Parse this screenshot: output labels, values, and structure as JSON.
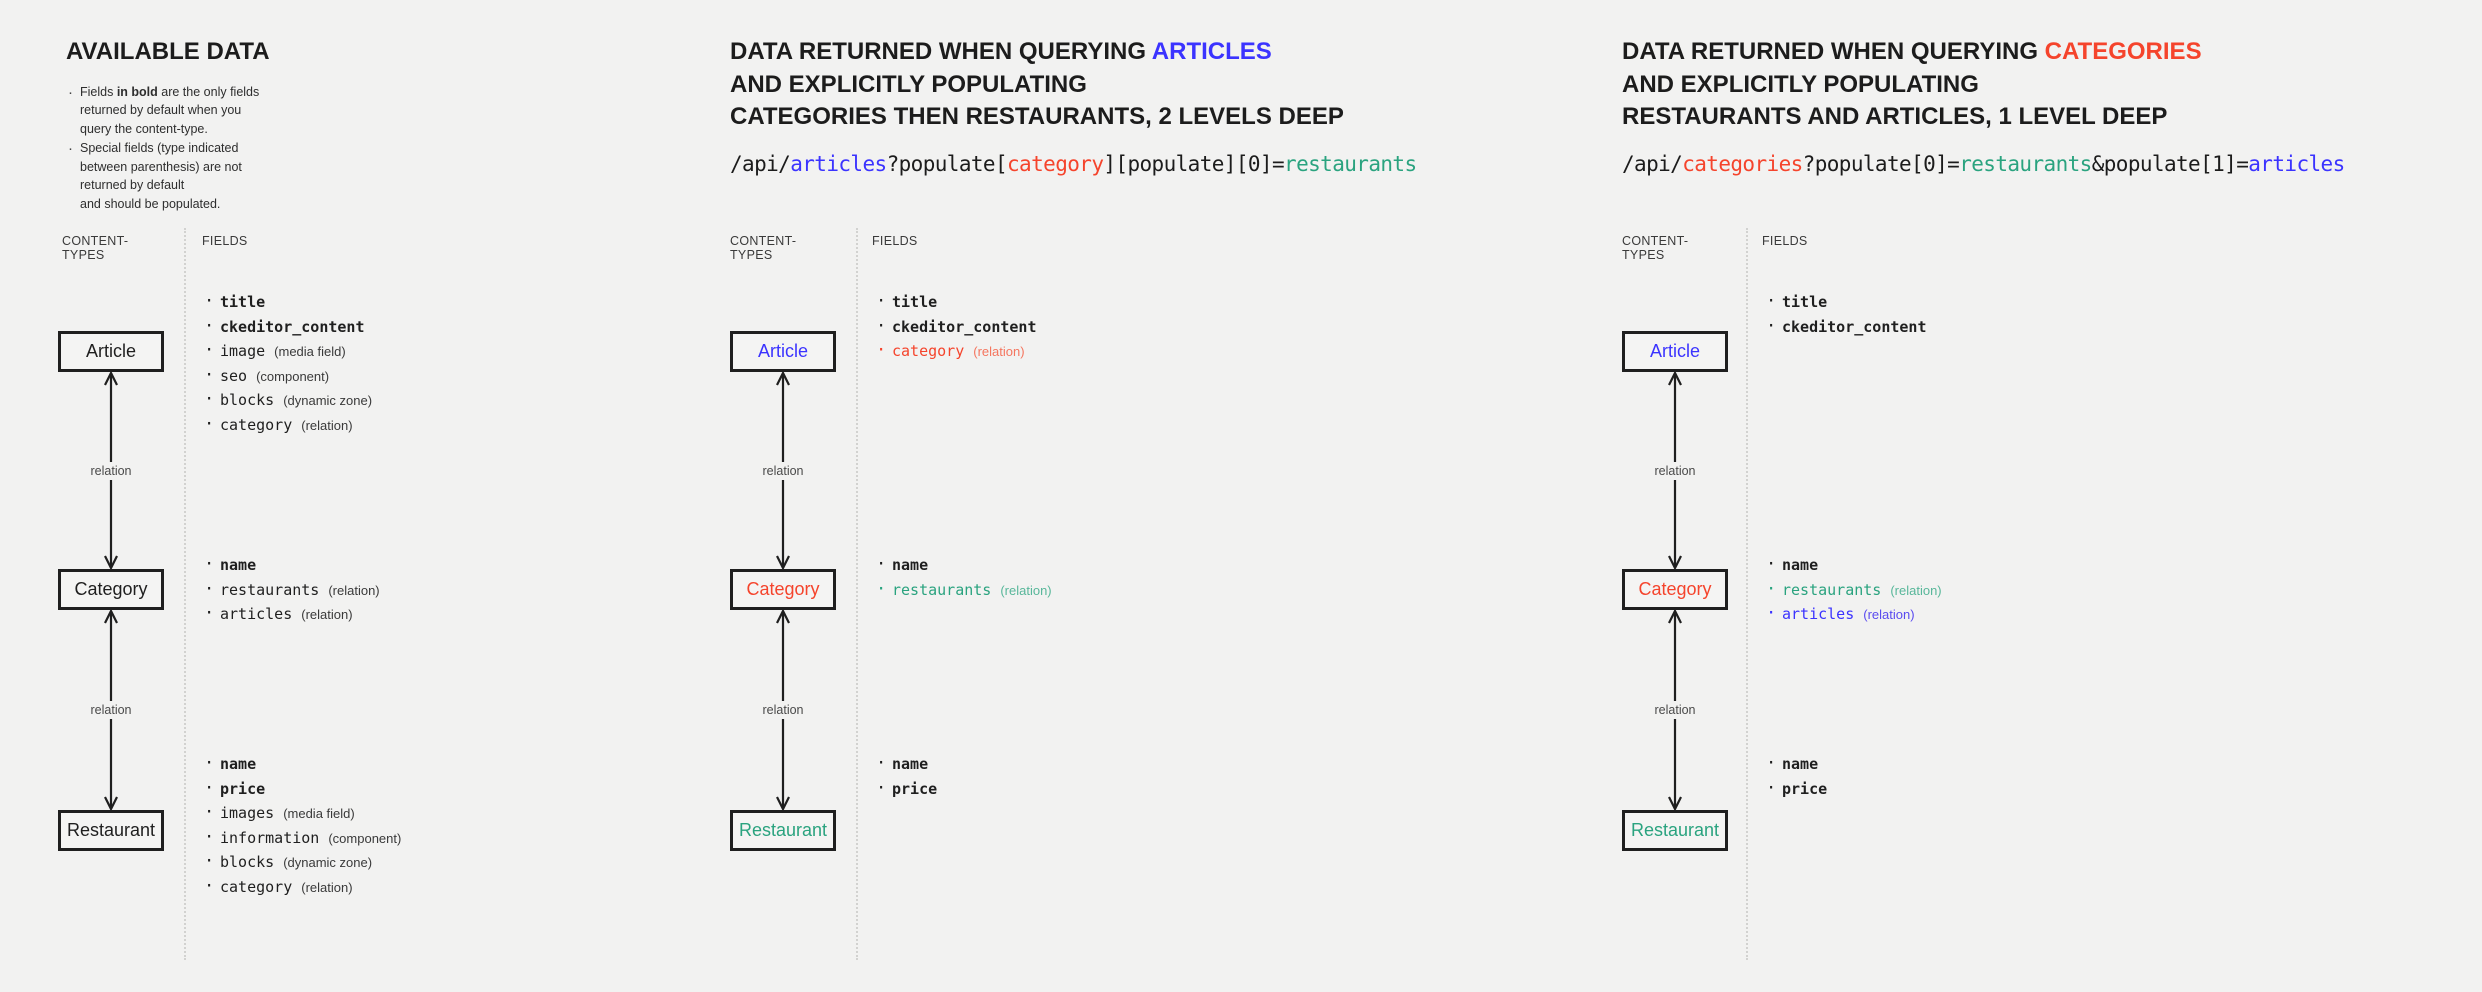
{
  "panels": [
    {
      "id": "available-data",
      "title_parts": [
        {
          "text": "AVAILABLE DATA",
          "color": "plain"
        }
      ],
      "notes": [
        "Fields in bold are the only fields returned by default when you query the content-type.",
        "Special fields (type indicated between parenthesis) are not returned by default",
        "and should be populated."
      ],
      "notes_bold": "in bold",
      "url": null,
      "col_label_types": "CONTENT-TYPES",
      "col_label_fields": "FIELDS",
      "nodes": [
        {
          "label": "Article",
          "color": "plain"
        },
        {
          "label": "Category",
          "color": "plain"
        },
        {
          "label": "Restaurant",
          "color": "plain"
        }
      ],
      "relations": [
        "relation",
        "relation"
      ],
      "field_groups": [
        [
          {
            "name": "title",
            "type": "",
            "bold": true,
            "color": "plain"
          },
          {
            "name": "ckeditor_content",
            "type": "",
            "bold": true,
            "color": "plain"
          },
          {
            "name": "image",
            "type": "(media field)",
            "bold": false,
            "color": "plain"
          },
          {
            "name": "seo",
            "type": "(component)",
            "bold": false,
            "color": "plain"
          },
          {
            "name": "blocks",
            "type": "(dynamic zone)",
            "bold": false,
            "color": "plain"
          },
          {
            "name": "category",
            "type": "(relation)",
            "bold": false,
            "color": "plain"
          }
        ],
        [
          {
            "name": "name",
            "type": "",
            "bold": true,
            "color": "plain"
          },
          {
            "name": "restaurants",
            "type": "(relation)",
            "bold": false,
            "color": "plain"
          },
          {
            "name": "articles",
            "type": "(relation)",
            "bold": false,
            "color": "plain"
          }
        ],
        [
          {
            "name": "name",
            "type": "",
            "bold": true,
            "color": "plain"
          },
          {
            "name": "price",
            "type": "",
            "bold": true,
            "color": "plain"
          },
          {
            "name": "images",
            "type": "(media field)",
            "bold": false,
            "color": "plain"
          },
          {
            "name": "information",
            "type": "(component)",
            "bold": false,
            "color": "plain"
          },
          {
            "name": "blocks",
            "type": "(dynamic zone)",
            "bold": false,
            "color": "plain"
          },
          {
            "name": "category",
            "type": "(relation)",
            "bold": false,
            "color": "plain"
          }
        ]
      ]
    },
    {
      "id": "query-articles",
      "title_lines": [
        [
          {
            "text": "DATA RETURNED WHEN QUERYING ",
            "color": "plain"
          },
          {
            "text": "ARTICLES",
            "color": "blue"
          }
        ],
        [
          {
            "text": "AND EXPLICITLY POPULATING",
            "color": "plain"
          }
        ],
        [
          {
            "text": "CATEGORIES THEN RESTAURANTS, 2 LEVELS DEEP",
            "color": "plain"
          }
        ]
      ],
      "url_parts": [
        {
          "text": "/api/",
          "color": "plain"
        },
        {
          "text": "articles",
          "color": "blue"
        },
        {
          "text": "?populate[",
          "color": "plain"
        },
        {
          "text": "category",
          "color": "red"
        },
        {
          "text": "][populate][0]=",
          "color": "plain"
        },
        {
          "text": "restaurants",
          "color": "green"
        }
      ],
      "col_label_types": "CONTENT-TYPES",
      "col_label_fields": "FIELDS",
      "nodes": [
        {
          "label": "Article",
          "color": "blue"
        },
        {
          "label": "Category",
          "color": "red"
        },
        {
          "label": "Restaurant",
          "color": "green"
        }
      ],
      "relations": [
        "relation",
        "relation"
      ],
      "field_groups": [
        [
          {
            "name": "title",
            "type": "",
            "bold": true,
            "color": "plain"
          },
          {
            "name": "ckeditor_content",
            "type": "",
            "bold": true,
            "color": "plain"
          },
          {
            "name": "category",
            "type": "(relation)",
            "bold": false,
            "color": "red"
          }
        ],
        [
          {
            "name": "name",
            "type": "",
            "bold": true,
            "color": "plain"
          },
          {
            "name": "restaurants",
            "type": "(relation)",
            "bold": false,
            "color": "green"
          }
        ],
        [
          {
            "name": "name",
            "type": "",
            "bold": true,
            "color": "plain"
          },
          {
            "name": "price",
            "type": "",
            "bold": true,
            "color": "plain"
          }
        ]
      ]
    },
    {
      "id": "query-categories",
      "title_lines": [
        [
          {
            "text": "DATA RETURNED WHEN QUERYING ",
            "color": "plain"
          },
          {
            "text": "CATEGORIES",
            "color": "red"
          }
        ],
        [
          {
            "text": "AND EXPLICITLY POPULATING",
            "color": "plain"
          }
        ],
        [
          {
            "text": "RESTAURANTS AND ARTICLES, 1 LEVEL DEEP",
            "color": "plain"
          }
        ]
      ],
      "url_parts": [
        {
          "text": "/api/",
          "color": "plain"
        },
        {
          "text": "categories",
          "color": "red"
        },
        {
          "text": "?populate[0]=",
          "color": "plain"
        },
        {
          "text": "restaurants",
          "color": "green"
        },
        {
          "text": "&populate[1]=",
          "color": "plain"
        },
        {
          "text": "articles",
          "color": "blue"
        }
      ],
      "col_label_types": "CONTENT-TYPES",
      "col_label_fields": "FIELDS",
      "nodes": [
        {
          "label": "Article",
          "color": "blue"
        },
        {
          "label": "Category",
          "color": "red"
        },
        {
          "label": "Restaurant",
          "color": "green"
        }
      ],
      "relations": [
        "relation",
        "relation"
      ],
      "field_groups": [
        [
          {
            "name": "title",
            "type": "",
            "bold": true,
            "color": "plain"
          },
          {
            "name": "ckeditor_content",
            "type": "",
            "bold": true,
            "color": "plain"
          }
        ],
        [
          {
            "name": "name",
            "type": "",
            "bold": true,
            "color": "plain"
          },
          {
            "name": "restaurants",
            "type": "(relation)",
            "bold": false,
            "color": "green"
          },
          {
            "name": "articles",
            "type": "(relation)",
            "bold": false,
            "color": "blue"
          }
        ],
        [
          {
            "name": "name",
            "type": "",
            "bold": true,
            "color": "plain"
          },
          {
            "name": "price",
            "type": "",
            "bold": true,
            "color": "plain"
          }
        ]
      ]
    }
  ],
  "colors": {
    "background": "#f2f2f1",
    "text": "#1f1f1f",
    "blue": "#3b33ff",
    "red": "#f5442c",
    "green": "#2aa37f",
    "separator": "#d2d2d0"
  }
}
